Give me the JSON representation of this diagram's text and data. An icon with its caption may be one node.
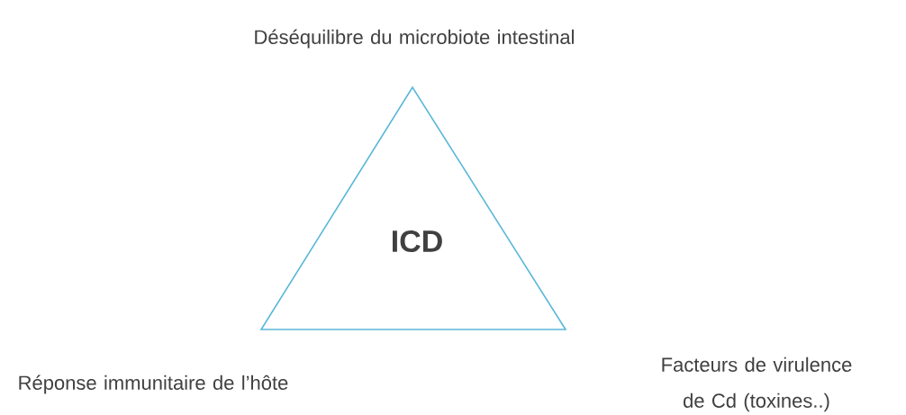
{
  "diagram": {
    "nodes": [
      {
        "text": [
          "ICD"
        ]
      }
    ],
    "labels": [
      "Déséquilibre du microbiote intestinal",
      "Réponse immunitaire de l’hôte",
      "Facteurs de virulence de Cd (toxines..)"
    ]
  }
}
